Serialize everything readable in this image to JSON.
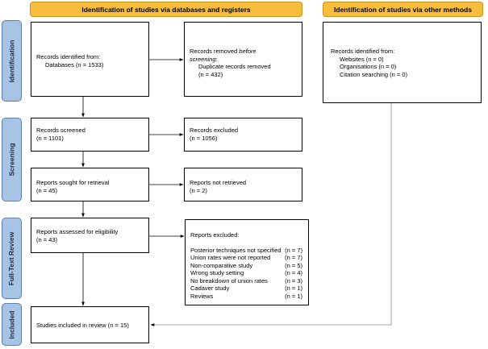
{
  "headers": {
    "databases": "Identification of studies via databases and registers",
    "other": "Identification of studies via other methods"
  },
  "phases": {
    "identification": "Identification",
    "screening": "Screening",
    "fulltext": "Full-Text Review",
    "included": "Included"
  },
  "identified": {
    "line1": "Records identified from:",
    "line2": "Databases (n = 1533)"
  },
  "removed": {
    "line1": "Records removed ",
    "line1_em": "before",
    "line2_em": "screening",
    "line2_rest": ":",
    "line3": "Duplicate records removed",
    "line4": "(n = 432)"
  },
  "other_methods": {
    "line1": "Records identified from:",
    "line2": "Websites (n = 0)",
    "line3": "Organisations (n = 0)",
    "line4": "Citation searching (n = 0)"
  },
  "screened": {
    "line1": "Records screened",
    "line2": "(n = 1101)"
  },
  "excluded": {
    "line1": "Records excluded",
    "line2": "(n = 1056)"
  },
  "sought": {
    "line1": "Reports sought for retrieval",
    "line2": "(n = 45)"
  },
  "not_retrieved": {
    "line1": "Reports not retrieved",
    "line2": "(n = 2)"
  },
  "assessed": {
    "line1": "Reports assessed for eligibility",
    "line2": "(n = 43)"
  },
  "reports_excluded": {
    "title": "Reports excluded:",
    "reasons": [
      {
        "label": "Posterior techniques not specified",
        "n": "(n = 7)"
      },
      {
        "label": "Union rates were not reported",
        "n": "(n = 7)"
      },
      {
        "label": "Non-comparative study",
        "n": "(n = 5)"
      },
      {
        "label": "Wrong study setting",
        "n": "(n = 4)"
      },
      {
        "label": "No breakdown of union rates",
        "n": "(n = 3)"
      },
      {
        "label": "Cadaver study",
        "n": "(n = 1)"
      },
      {
        "label": "Reviews",
        "n": "(n = 1)"
      }
    ]
  },
  "included": {
    "line1": "Studies included in review (n = 15)"
  }
}
